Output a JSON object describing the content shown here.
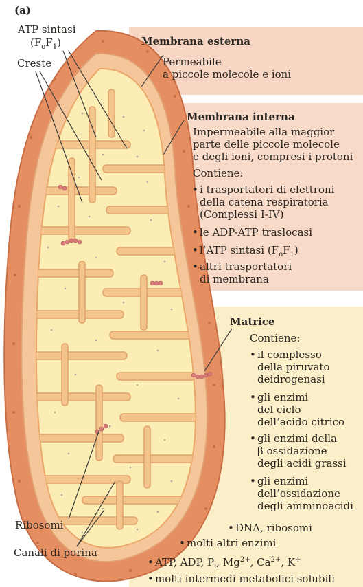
{
  "panel_label": "(a)",
  "labels": {
    "atp_synthase_line1": "ATP sintasi",
    "atp_synthase_line2_pre": "(F",
    "atp_synthase_sub_o": "o",
    "atp_synthase_mid": "F",
    "atp_synthase_sub_1": "1",
    "atp_synthase_post": ")",
    "cristae": "Creste",
    "ribosomes": "Ribosomi",
    "porin_channels": "Canali di porina"
  },
  "outer_membrane": {
    "title": "Membrana esterna",
    "lines": [
      "Permeabile",
      "a piccole molecole e ioni"
    ]
  },
  "inner_membrane": {
    "title": "Membrana interna",
    "lines": [
      "Impermeabile alla maggior",
      "parte delle piccole molecole",
      "e degli ioni, compresi i protoni"
    ],
    "contains": "Contiene:",
    "bullet1": [
      "i trasportatori di elettroni",
      "della catena respiratoria",
      "(Complessi I-IV)"
    ],
    "bullet2": "le ADP-ATP traslocasi",
    "bullet3_pre": "l’ATP sintasi (F",
    "bullet3_sub_o": "o",
    "bullet3_mid": "F",
    "bullet3_sub_1": "1",
    "bullet3_post": ")",
    "bullet4": [
      "altri trasportatori",
      "di membrana"
    ]
  },
  "matrix": {
    "title": "Matrice",
    "contains": "Contiene:",
    "bullet1": [
      "il complesso",
      "della piruvato",
      "deidrogenasi"
    ],
    "bullet2": [
      "gli enzimi",
      "del ciclo",
      "dell’acido citrico"
    ],
    "bullet3": [
      "gli enzimi della",
      "β ossidazione",
      "degli acidi grassi"
    ],
    "bullet4": [
      "gli enzimi",
      "dell’ossidazione",
      "degli amminoacidi"
    ],
    "bullet5": "DNA, ribosomi",
    "bullet6": "molti altri enzimi",
    "bullet7": {
      "atp": "ATP, ADP, P",
      "pi_sub": "i",
      "mg": ", Mg",
      "mg_sup": "2+",
      "ca": ", Ca",
      "ca_sup": "2+",
      "k": ", K",
      "k_sup": "+"
    },
    "bullet8": "molti intermedi metabolici solubili"
  },
  "colors": {
    "outer_membrane": "#e58e61",
    "intermembrane": "#f6c69b",
    "matrix": "#fbedb4",
    "cristae_edge": "#e9a76a",
    "ribosome": "#d97a7a",
    "outer_panel": "#f7d7c4",
    "inner_panel": "#f8dac8",
    "matrix_panel": "#fbefc9"
  }
}
